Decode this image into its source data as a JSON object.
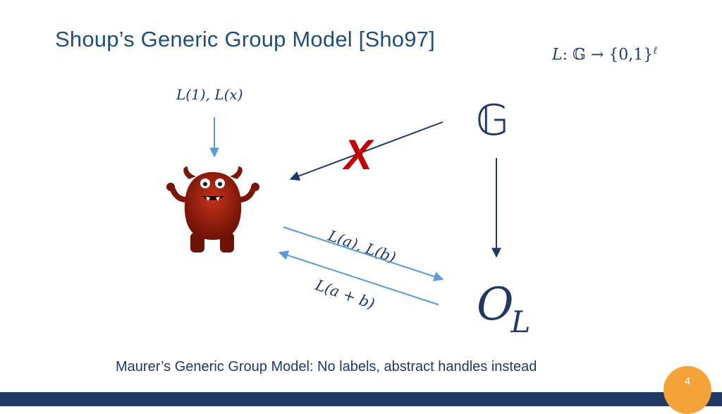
{
  "slide": {
    "title": "Shoup’s Generic Group Model [Sho97]",
    "labeling_map": {
      "lhs": "L",
      "colon": ":",
      "group": "𝔾",
      "arrow": "→",
      "codomain": "{0,1}",
      "exponent": "ℓ"
    },
    "adversary_input": "L(1), L(x)",
    "group_symbol": "𝔾",
    "oracle_main": "O",
    "oracle_sub": "L",
    "query_label": "L(a), L(b)",
    "response_label": "L(a + b)",
    "blocked_mark": "X",
    "caption": "Maurer’s Generic Group Model: No labels, abstract handles instead",
    "page_number": "4"
  },
  "colors": {
    "title": "#1f4e79",
    "math": "#1f3864",
    "arrow_dark": "#1f3864",
    "arrow_light": "#5b9bd5",
    "blocked_x": "#c00000",
    "adversary_body": "#8b1a0a",
    "footer_bar": "#1f3864",
    "page_badge": "#f4a338"
  },
  "icons": {
    "adversary": "red-monster-icon"
  }
}
